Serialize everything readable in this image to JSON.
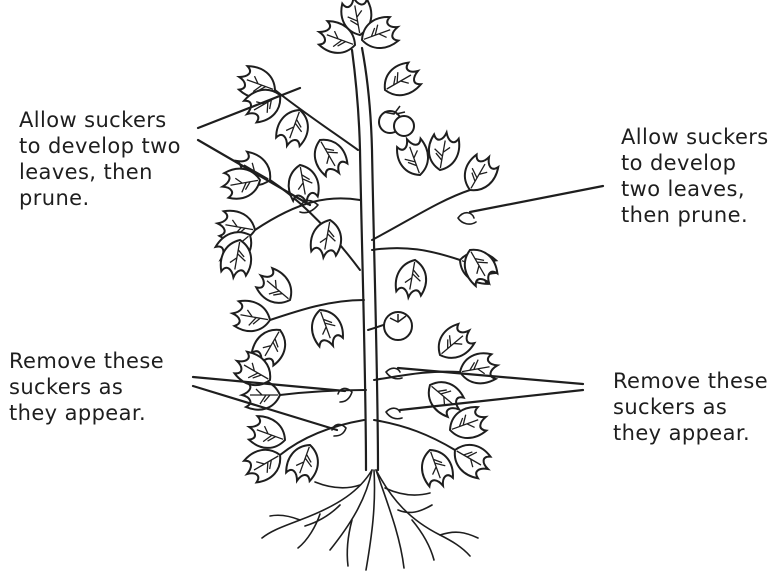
{
  "labels": {
    "top_left": {
      "lines": [
        "Allow suckers",
        "to develop two",
        "leaves, then",
        "prune."
      ]
    },
    "top_right": {
      "lines": [
        "Allow suckers",
        "to develop",
        "two leaves,",
        "then prune."
      ]
    },
    "bottom_left": {
      "lines": [
        "Remove these",
        "suckers as",
        "they appear."
      ]
    },
    "bottom_right": {
      "lines": [
        "Remove these",
        "suckers as",
        "they appear."
      ]
    }
  },
  "colors": {
    "ink": "#1e1e1e",
    "background": "#ffffff"
  }
}
